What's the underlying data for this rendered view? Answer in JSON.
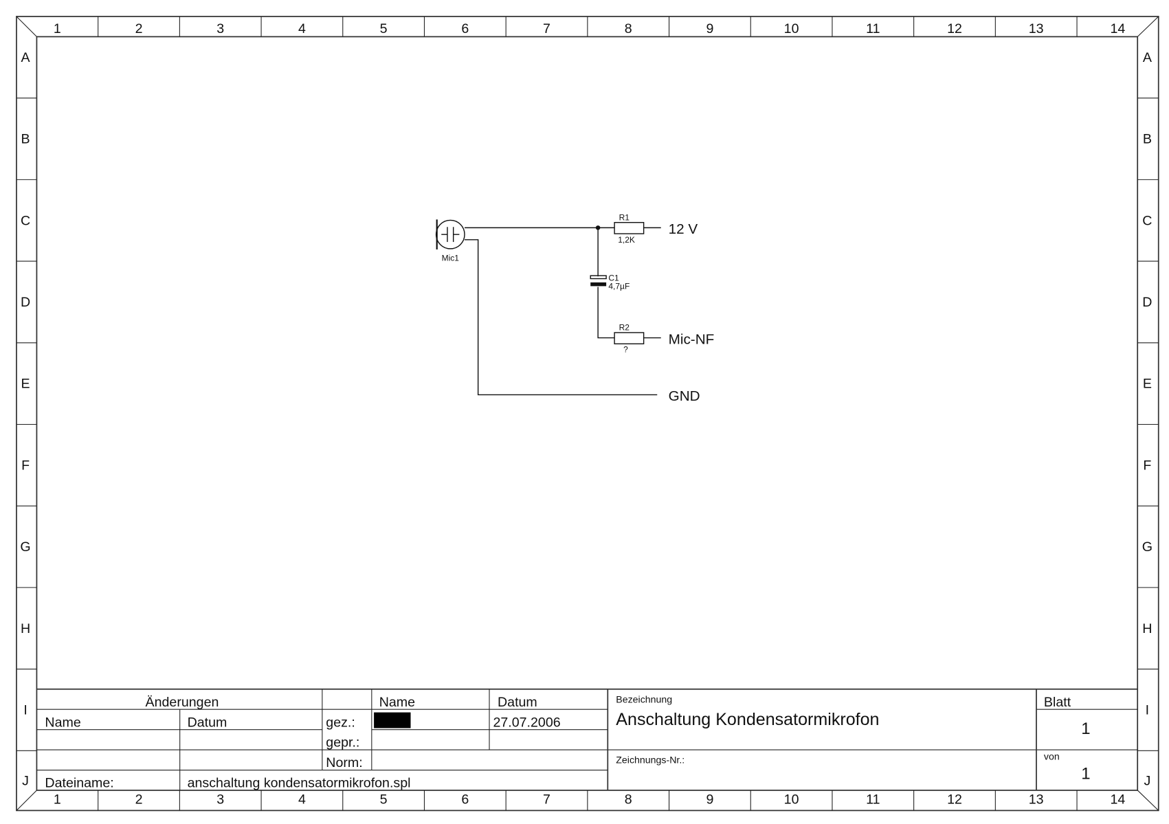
{
  "frame": {
    "columns": [
      "1",
      "2",
      "3",
      "4",
      "5",
      "6",
      "7",
      "8",
      "9",
      "10",
      "11",
      "12",
      "13",
      "14"
    ],
    "rows": [
      "A",
      "B",
      "C",
      "D",
      "E",
      "F",
      "G",
      "H",
      "I",
      "J"
    ]
  },
  "schematic": {
    "mic_label": "Mic1",
    "r1_name": "R1",
    "r1_value": "1,2K",
    "c1_name": "C1",
    "c1_value": "4,7µF",
    "r2_name": "R2",
    "r2_value": "?",
    "net_12v": "12 V",
    "net_micnf": "Mic-NF",
    "net_gnd": "GND"
  },
  "title_block": {
    "changes_header": "Änderungen",
    "name_header": "Name",
    "date_header": "Datum",
    "changes_name": "Name",
    "changes_date": "Datum",
    "drawn_label": "gez.:",
    "drawn_date": "27.07.2006",
    "checked_label": "gepr.:",
    "norm_label": "Norm:",
    "filename_label": "Dateiname:",
    "filename": "anschaltung kondensatormikrofon.spl",
    "designation_label": "Bezeichnung",
    "designation": "Anschaltung Kondensatormikrofon",
    "drawing_no_label": "Zeichnungs-Nr.:",
    "sheet_label": "Blatt",
    "sheet": "1",
    "of_label": "von",
    "of": "1"
  }
}
